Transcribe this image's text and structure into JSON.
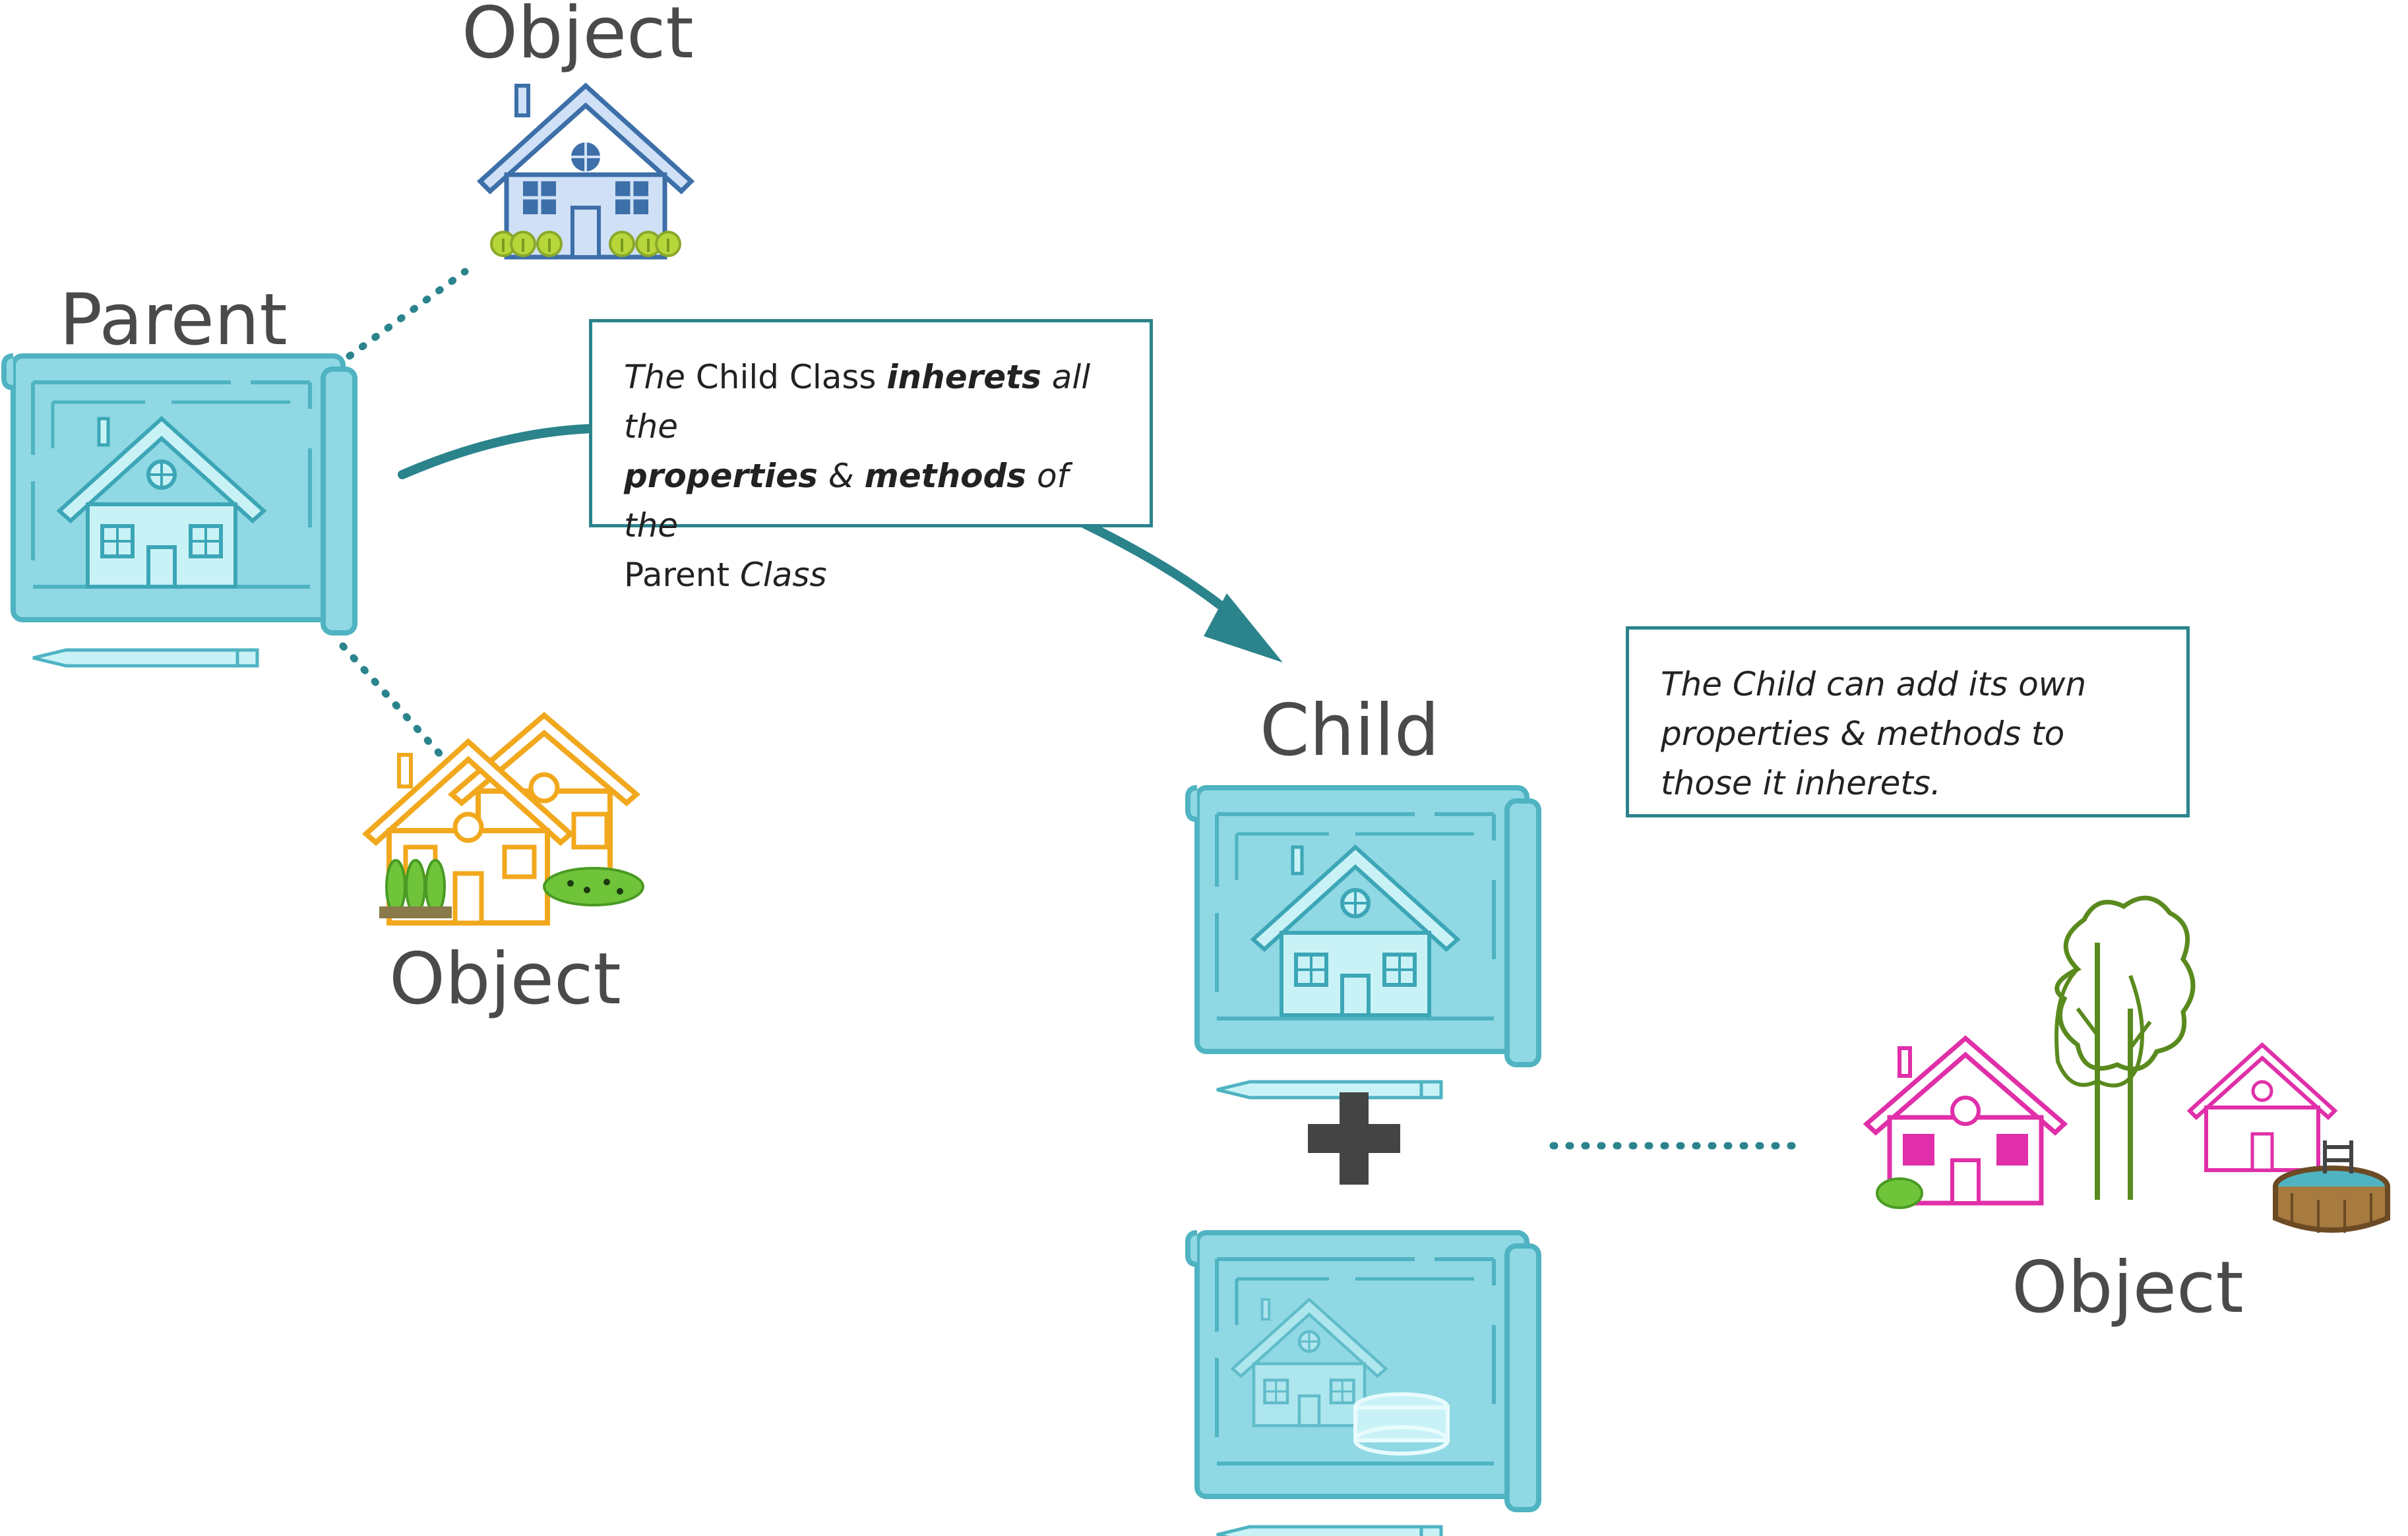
{
  "labels": {
    "object_top": "Object",
    "parent": "Parent",
    "object_left": "Object",
    "child": "Child",
    "object_right": "Object"
  },
  "note_inherit": {
    "p1": "The",
    "p2": " Child Class ",
    "p3": "inherets",
    "p4": " all the",
    "p5": "properties",
    "p6": " & ",
    "p7": "methods",
    "p8": " of the",
    "p9": "Parent ",
    "p10": "Class"
  },
  "note_extend": {
    "text": " The Child can add its own properties & methods to those it inherets."
  },
  "colors": {
    "teal": "#2b838c",
    "blueprint_fill": "#8fd8e4",
    "blueprint_line": "#4fb3c2",
    "blue_house": "#3d6fa8",
    "orange_house": "#f2a81d",
    "pink_house": "#e02fa8",
    "tree_green": "#5a8a1e",
    "bush_green": "#b7d63a",
    "plus": "#444444"
  }
}
